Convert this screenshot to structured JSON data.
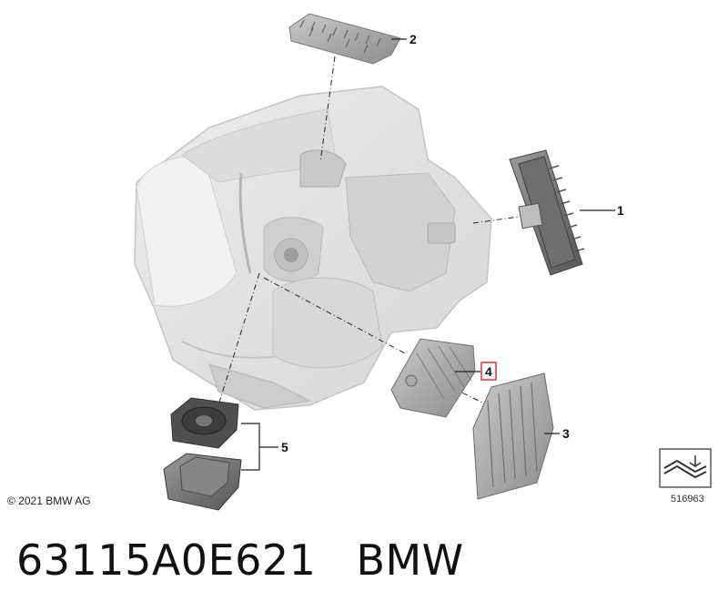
{
  "callouts": {
    "c1": "1",
    "c2": "2",
    "c3": "3",
    "c4": "4",
    "c5": "5"
  },
  "copyright": "© 2021 BMW AG",
  "ref_number": "516963",
  "footer": {
    "part_number": "63115A0E621",
    "brand": "BMW"
  },
  "colors": {
    "housing": "#e4e4e4",
    "housing_edge": "#bdbdbd",
    "part_dark": "#5a5a5a",
    "part_mid": "#8a8a8a",
    "highlight_box": "#d9363e"
  }
}
